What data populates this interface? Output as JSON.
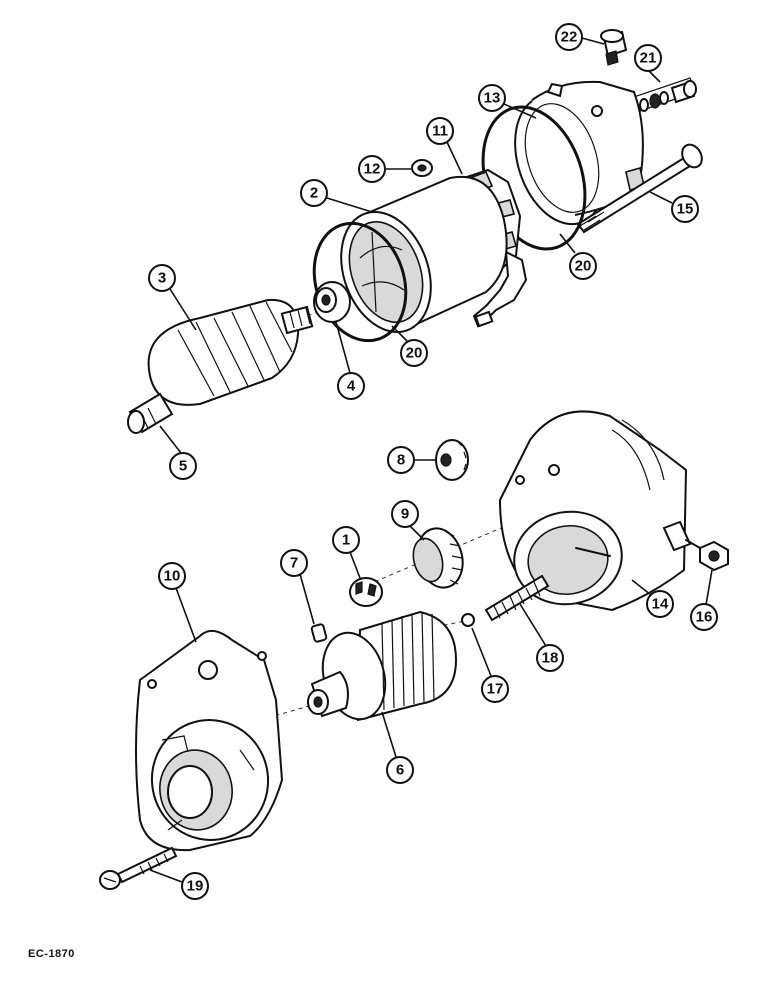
{
  "figure_code": "EC-1870",
  "callouts": [
    {
      "id": "22",
      "label": "22"
    },
    {
      "id": "21",
      "label": "21"
    },
    {
      "id": "13",
      "label": "13"
    },
    {
      "id": "11",
      "label": "11"
    },
    {
      "id": "12",
      "label": "12"
    },
    {
      "id": "2",
      "label": "2"
    },
    {
      "id": "15",
      "label": "15"
    },
    {
      "id": "20a",
      "label": "20"
    },
    {
      "id": "3",
      "label": "3"
    },
    {
      "id": "20b",
      "label": "20"
    },
    {
      "id": "4",
      "label": "4"
    },
    {
      "id": "5",
      "label": "5"
    },
    {
      "id": "8",
      "label": "8"
    },
    {
      "id": "9",
      "label": "9"
    },
    {
      "id": "1",
      "label": "1"
    },
    {
      "id": "7",
      "label": "7"
    },
    {
      "id": "10",
      "label": "10"
    },
    {
      "id": "14",
      "label": "14"
    },
    {
      "id": "16",
      "label": "16"
    },
    {
      "id": "18",
      "label": "18"
    },
    {
      "id": "17",
      "label": "17"
    },
    {
      "id": "6",
      "label": "6"
    },
    {
      "id": "19",
      "label": "19"
    }
  ]
}
